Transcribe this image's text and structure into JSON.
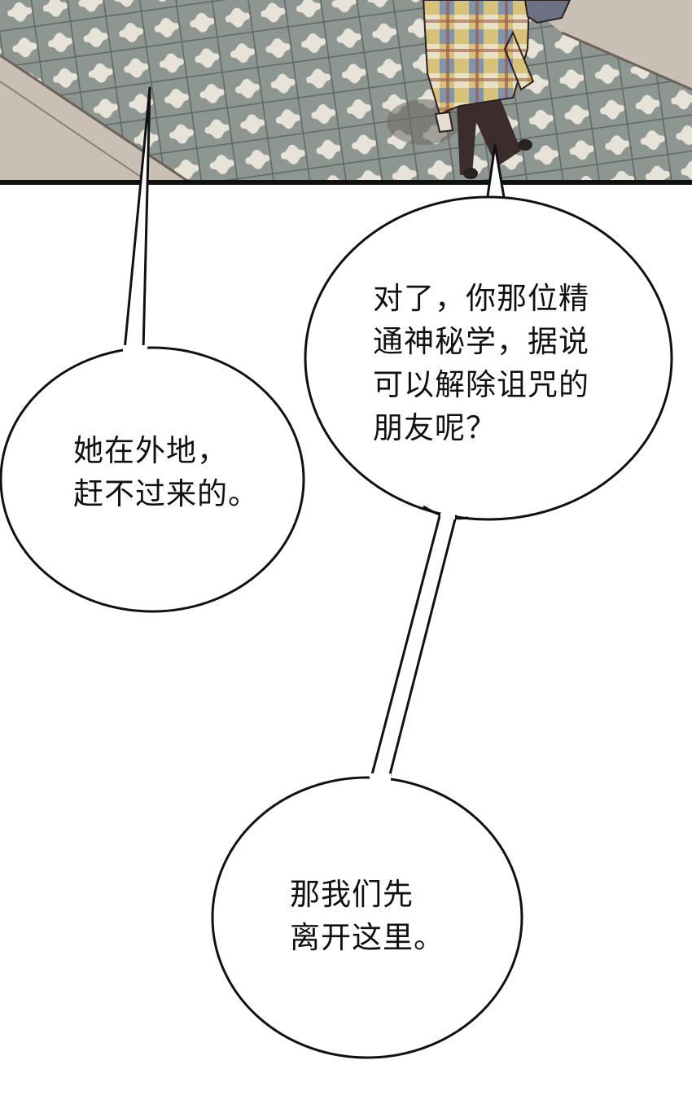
{
  "colors": {
    "ink": "#111111",
    "paper": "#ffffff",
    "pavement": "#8d9691",
    "pavement_light": "#f1ece2",
    "curb": "#c9bfb4",
    "jacket_yellow": "#d8c27a",
    "jacket_blue": "#7e95ad",
    "jacket_red": "#9c5a4a",
    "pants": "#3b2d2c"
  },
  "panel": {
    "scene": "street-scene-panel"
  },
  "bubbles": [
    {
      "lines": [
        "对了，你那位精",
        "通神秘学，据说",
        "可以解除诅咒的",
        "朋友呢？"
      ]
    },
    {
      "lines": [
        "她在外地，",
        "赶不过来的。"
      ]
    },
    {
      "lines": [
        "那我们先",
        "离开这里。"
      ]
    }
  ]
}
